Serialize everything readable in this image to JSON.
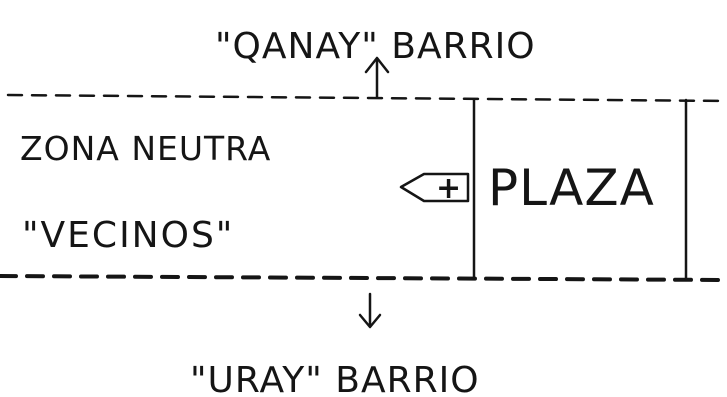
{
  "labels": {
    "north_barrio": "\"QANAY\" BARRIO",
    "neutral_zone": "ZONA NEUTRA",
    "neighbors": "\"VECINOS\"",
    "plaza": "PLAZA",
    "plus_marker": "+",
    "south_barrio": "\"URAY\" BARRIO"
  },
  "colors": {
    "ink": "#151515",
    "paper": "#ffffff"
  },
  "icons": {
    "north_arrow": "arrow-up-icon",
    "south_arrow": "arrow-down-icon",
    "plus_pointer": "left-pointer-plus-icon"
  }
}
